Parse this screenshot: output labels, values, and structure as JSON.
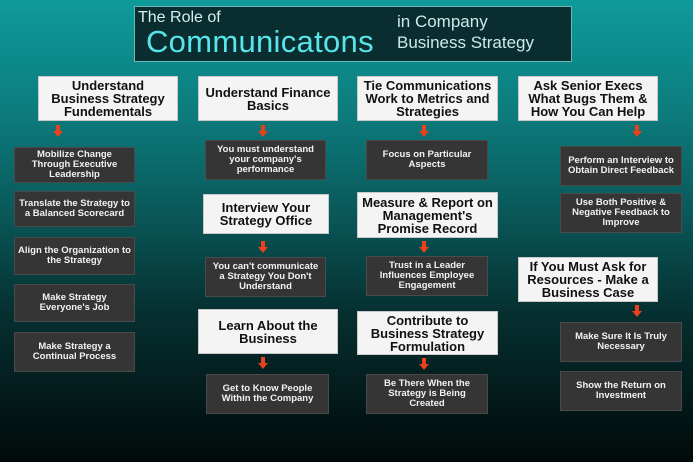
{
  "title": {
    "line1": "The Role of",
    "main": "Communicatons",
    "right_line1": "in Company",
    "right_line2": "Business Strategy"
  },
  "columns": [
    {
      "headings": [
        "Understand Business Strategy Fundementals"
      ],
      "items": [
        "Mobilize Change Through Executive Leadership",
        "Translate the Strategy to a Balanced Scorecard",
        "Align the Organization to the Strategy",
        "Make Strategy Everyone's Job",
        "Make Strategy a Continual Process"
      ]
    },
    {
      "headings": [
        "Understand Finance Basics",
        "Interview Your Strategy Office",
        "Learn About the Business"
      ],
      "items": [
        "You must understand your company's performance",
        "You can't communicate a Strategy You Don't Understand",
        "Get to Know People Within the Company"
      ]
    },
    {
      "headings": [
        "Tie Communications Work to Metrics and Strategies",
        "Measure & Report on Management's Promise Record",
        "Contribute to Business Strategy Formulation"
      ],
      "items": [
        "Focus on Particular Aspects",
        "Trust in a Leader Influences Employee Engagement",
        "Be There When the Strategy is Being Created"
      ]
    },
    {
      "headings": [
        "Ask Senior Execs What Bugs Them & How You Can Help",
        "If You Must Ask for Resources - Make a Business Case"
      ],
      "items": [
        "Perform an Interview to Obtain Direct Feedback",
        "Use Both Positive & Negative Feedback to Improve",
        "Make Sure It Is Truly Necessary",
        "Show the Return on Investment"
      ]
    }
  ],
  "colors": {
    "arrow": "#e9401e",
    "title_accent": "#57e4ea",
    "heading_bg": "#f4f4f4",
    "item_bg": "#353535"
  }
}
